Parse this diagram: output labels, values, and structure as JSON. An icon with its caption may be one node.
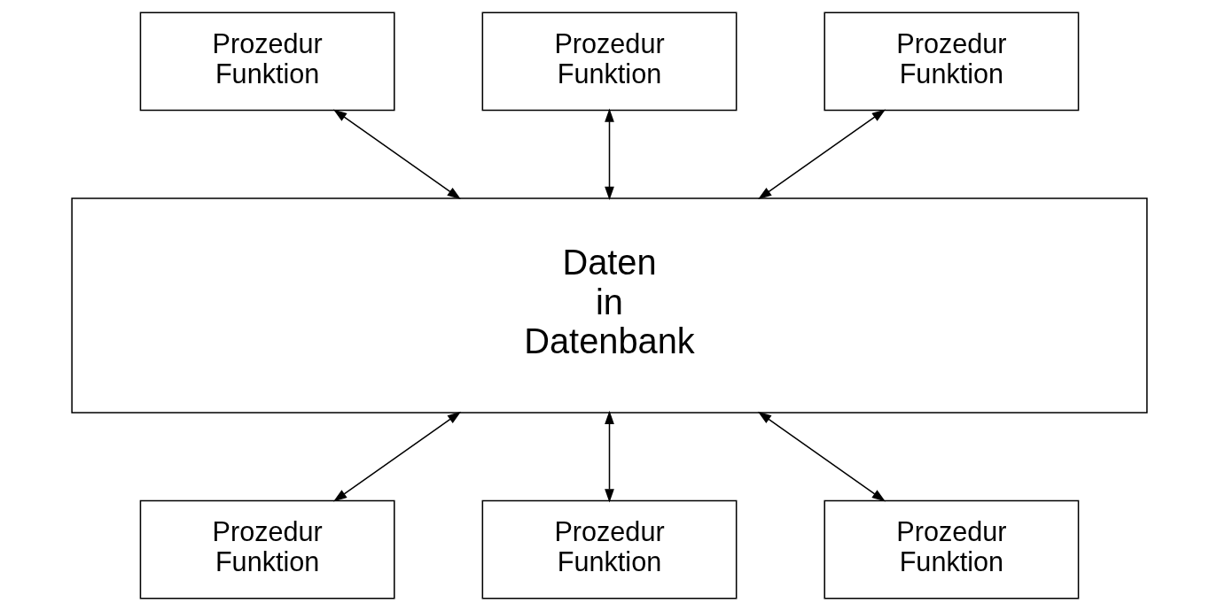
{
  "diagram": {
    "nodes": [
      {
        "text": [
          "Prozedur Funktion"
        ]
      },
      {
        "text": [
          "Prozedur Funktion"
        ]
      },
      {
        "text": [
          "Prozedur Funktion"
        ]
      },
      {
        "text": [
          "Daten in Datenbank"
        ]
      },
      {
        "text": [
          "Prozedur Funktion"
        ]
      },
      {
        "text": [
          "Prozedur Funktion"
        ]
      },
      {
        "text": [
          "Prozedur Funktion"
        ]
      }
    ],
    "edges": [
      {
        "from": 0,
        "to": 3,
        "arrow": "both"
      },
      {
        "from": 1,
        "to": 3,
        "arrow": "both"
      },
      {
        "from": 2,
        "to": 3,
        "arrow": "both"
      },
      {
        "from": 3,
        "to": 4,
        "arrow": "both"
      },
      {
        "from": 3,
        "to": 5,
        "arrow": "both"
      },
      {
        "from": 3,
        "to": 6,
        "arrow": "both"
      }
    ]
  }
}
